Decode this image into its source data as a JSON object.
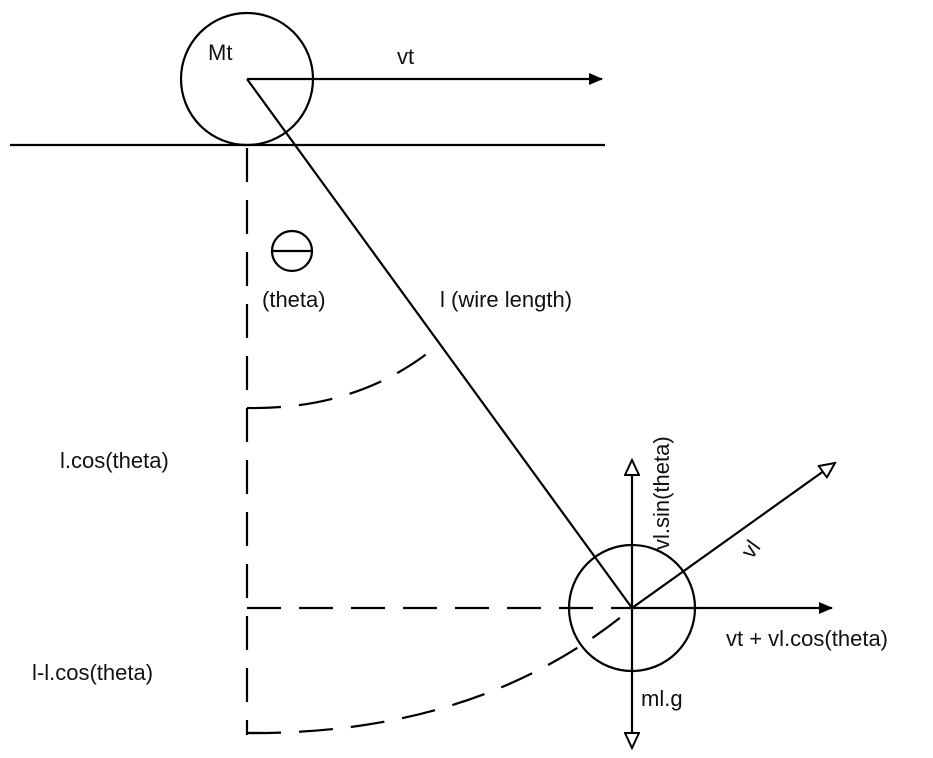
{
  "labels": {
    "trolley_mass": "Mt",
    "trolley_velocity": "vt",
    "theta_symbol": "Θ",
    "theta_word": "(theta)",
    "wire_length": "l (wire length)",
    "l_cos": "l.cos(theta)",
    "l_minus_l_cos": "l-l.cos(theta)",
    "vl_sin": "vl.sin(theta)",
    "vl": "vl",
    "vt_plus_vl_cos": "vt + vl.cos(theta)",
    "ml_g": "ml.g"
  },
  "colors": {
    "ink": "#000000",
    "background": "#ffffff"
  }
}
